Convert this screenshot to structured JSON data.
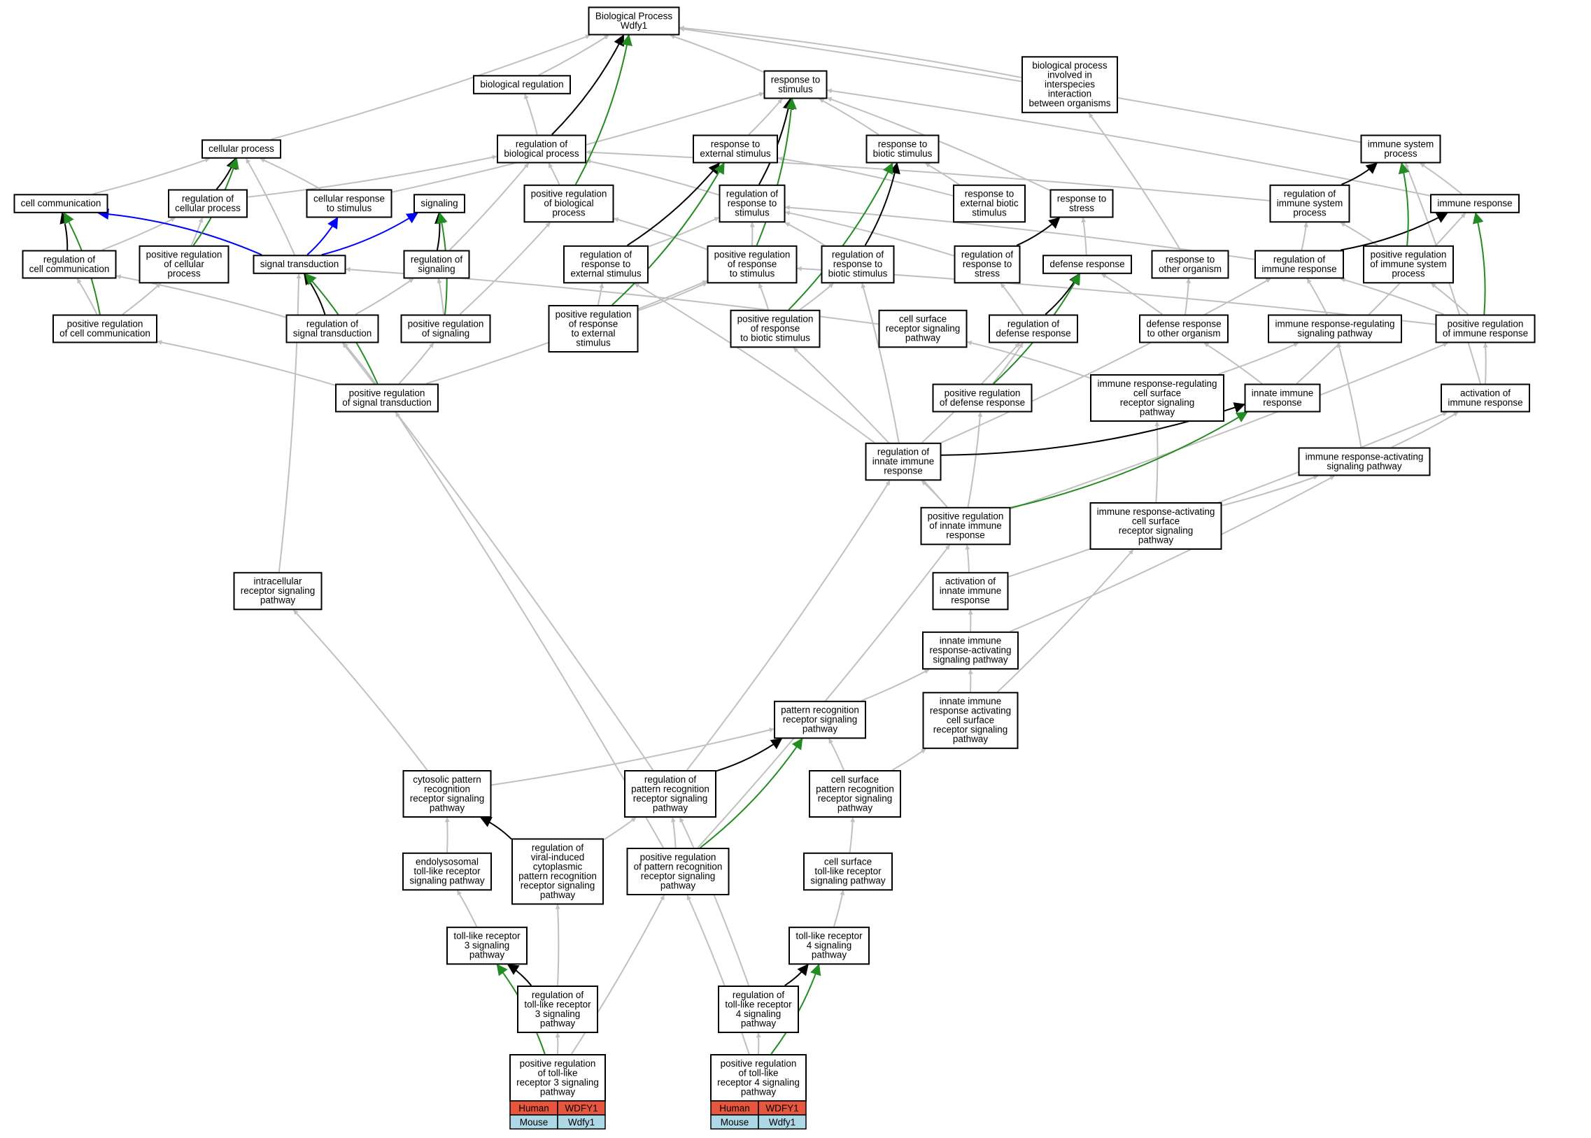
{
  "title": "Biological Process Wdfy1",
  "colors": {
    "is_a": "#c0c0c0",
    "regulates": "#000000",
    "positively_regulates": "#228b22",
    "part_of": "#0000ff",
    "human_fill": "#e8563f",
    "mouse_fill": "#add8e6"
  },
  "nodes": [
    {
      "id": "root",
      "lines": [
        "Biological Process",
        "Wdfy1"
      ]
    },
    {
      "id": "bioreg",
      "lines": [
        "biological regulation"
      ]
    },
    {
      "id": "resp_stim",
      "lines": [
        "response to",
        "stimulus"
      ]
    },
    {
      "id": "interspecies",
      "lines": [
        "biological process",
        "involved in",
        "interspecies",
        "interaction",
        "between organisms"
      ]
    },
    {
      "id": "cell_proc",
      "lines": [
        "cellular process"
      ]
    },
    {
      "id": "reg_bio",
      "lines": [
        "regulation of",
        "biological process"
      ]
    },
    {
      "id": "resp_ext",
      "lines": [
        "response to",
        "external stimulus"
      ]
    },
    {
      "id": "resp_biotic",
      "lines": [
        "response to",
        "biotic stimulus"
      ]
    },
    {
      "id": "immune_sys",
      "lines": [
        "immune system",
        "process"
      ]
    },
    {
      "id": "cell_comm",
      "lines": [
        "cell communication"
      ]
    },
    {
      "id": "reg_cell_proc",
      "lines": [
        "regulation of",
        "cellular process"
      ]
    },
    {
      "id": "cell_resp_stim",
      "lines": [
        "cellular response",
        "to stimulus"
      ]
    },
    {
      "id": "signaling",
      "lines": [
        "signaling"
      ]
    },
    {
      "id": "pos_reg_bio",
      "lines": [
        "positive regulation",
        "of biological",
        "process"
      ]
    },
    {
      "id": "reg_resp_stim",
      "lines": [
        "regulation of",
        "response to",
        "stimulus"
      ]
    },
    {
      "id": "resp_ext_biotic",
      "lines": [
        "response to",
        "external biotic",
        "stimulus"
      ]
    },
    {
      "id": "resp_stress",
      "lines": [
        "response to",
        "stress"
      ]
    },
    {
      "id": "reg_immune_sys",
      "lines": [
        "regulation of",
        "immune system",
        "process"
      ]
    },
    {
      "id": "immune_resp",
      "lines": [
        "immune response"
      ]
    },
    {
      "id": "reg_cell_comm",
      "lines": [
        "regulation of",
        "cell communication"
      ]
    },
    {
      "id": "pos_reg_cell_proc",
      "lines": [
        "positive regulation",
        "of cellular",
        "process"
      ]
    },
    {
      "id": "sig_trans",
      "lines": [
        "signal transduction"
      ]
    },
    {
      "id": "reg_signaling",
      "lines": [
        "regulation of",
        "signaling"
      ]
    },
    {
      "id": "reg_resp_ext",
      "lines": [
        "regulation of",
        "response to",
        "external stimulus"
      ]
    },
    {
      "id": "pos_reg_resp_stim",
      "lines": [
        "positive regulation",
        "of response",
        "to stimulus"
      ]
    },
    {
      "id": "reg_resp_biotic",
      "lines": [
        "regulation of",
        "response to",
        "biotic stimulus"
      ]
    },
    {
      "id": "reg_resp_stress",
      "lines": [
        "regulation of",
        "response to",
        "stress"
      ]
    },
    {
      "id": "defense",
      "lines": [
        "defense response"
      ]
    },
    {
      "id": "resp_other_org",
      "lines": [
        "response to",
        "other organism"
      ]
    },
    {
      "id": "reg_immune_resp",
      "lines": [
        "regulation of",
        "immune response"
      ]
    },
    {
      "id": "pos_reg_immune_sys",
      "lines": [
        "positive regulation",
        "of immune system",
        "process"
      ]
    },
    {
      "id": "pos_reg_cell_comm",
      "lines": [
        "positive regulation",
        "of cell communication"
      ]
    },
    {
      "id": "reg_sig_trans",
      "lines": [
        "regulation of",
        "signal transduction"
      ]
    },
    {
      "id": "pos_reg_signaling",
      "lines": [
        "positive regulation",
        "of signaling"
      ]
    },
    {
      "id": "pos_reg_resp_ext",
      "lines": [
        "positive regulation",
        "of response",
        "to external",
        "stimulus"
      ]
    },
    {
      "id": "pos_reg_resp_biotic",
      "lines": [
        "positive regulation",
        "of response",
        "to biotic stimulus"
      ]
    },
    {
      "id": "cs_rec_sig",
      "lines": [
        "cell surface",
        "receptor signaling",
        "pathway"
      ]
    },
    {
      "id": "reg_defense",
      "lines": [
        "regulation of",
        "defense response"
      ]
    },
    {
      "id": "def_other_org",
      "lines": [
        "defense response",
        "to other organism"
      ]
    },
    {
      "id": "ir_reg_sig",
      "lines": [
        "immune response-regulating",
        "signaling pathway"
      ]
    },
    {
      "id": "pos_reg_immune_resp",
      "lines": [
        "positive regulation",
        "of immune response"
      ]
    },
    {
      "id": "pos_reg_sig_trans",
      "lines": [
        "positive regulation",
        "of signal transduction"
      ]
    },
    {
      "id": "pos_reg_defense",
      "lines": [
        "positive regulation",
        "of defense response"
      ]
    },
    {
      "id": "ir_reg_cs",
      "lines": [
        "immune response-regulating",
        "cell surface",
        "receptor signaling",
        "pathway"
      ]
    },
    {
      "id": "innate",
      "lines": [
        "innate immune",
        "response"
      ]
    },
    {
      "id": "act_immune_resp",
      "lines": [
        "activation of",
        "immune response"
      ]
    },
    {
      "id": "reg_innate",
      "lines": [
        "regulation of",
        "innate immune",
        "response"
      ]
    },
    {
      "id": "ir_act_sig",
      "lines": [
        "immune response-activating",
        "signaling pathway"
      ]
    },
    {
      "id": "pos_reg_innate",
      "lines": [
        "positive regulation",
        "of innate immune",
        "response"
      ]
    },
    {
      "id": "ir_act_cs",
      "lines": [
        "immune response-activating",
        "cell surface",
        "receptor signaling",
        "pathway"
      ]
    },
    {
      "id": "intracell",
      "lines": [
        "intracellular",
        "receptor signaling",
        "pathway"
      ]
    },
    {
      "id": "act_innate",
      "lines": [
        "activation of",
        "innate immune",
        "response"
      ]
    },
    {
      "id": "innate_act_sig",
      "lines": [
        "innate immune",
        "response-activating",
        "signaling pathway"
      ]
    },
    {
      "id": "innate_act_cs",
      "lines": [
        "innate immune",
        "response activating",
        "cell surface",
        "receptor signaling",
        "pathway"
      ]
    },
    {
      "id": "prr",
      "lines": [
        "pattern recognition",
        "receptor signaling",
        "pathway"
      ]
    },
    {
      "id": "cyto_prr",
      "lines": [
        "cytosolic pattern",
        "recognition",
        "receptor signaling",
        "pathway"
      ]
    },
    {
      "id": "reg_prr",
      "lines": [
        "regulation of",
        "pattern recognition",
        "receptor signaling",
        "pathway"
      ]
    },
    {
      "id": "cs_prr",
      "lines": [
        "cell surface",
        "pattern recognition",
        "receptor signaling",
        "pathway"
      ]
    },
    {
      "id": "endo_tlr",
      "lines": [
        "endolysosomal",
        "toll-like receptor",
        "signaling pathway"
      ]
    },
    {
      "id": "reg_viral",
      "lines": [
        "regulation of",
        "viral-induced",
        "cytoplasmic",
        "pattern recognition",
        "receptor signaling",
        "pathway"
      ]
    },
    {
      "id": "pos_reg_prr",
      "lines": [
        "positive regulation",
        "of pattern recognition",
        "receptor signaling",
        "pathway"
      ]
    },
    {
      "id": "cs_tlr",
      "lines": [
        "cell surface",
        "toll-like receptor",
        "signaling pathway"
      ]
    },
    {
      "id": "tlr3",
      "lines": [
        "toll-like receptor",
        "3 signaling",
        "pathway"
      ]
    },
    {
      "id": "tlr4",
      "lines": [
        "toll-like receptor",
        "4 signaling",
        "pathway"
      ]
    },
    {
      "id": "reg_tlr3",
      "lines": [
        "regulation of",
        "toll-like receptor",
        "3 signaling",
        "pathway"
      ]
    },
    {
      "id": "reg_tlr4",
      "lines": [
        "regulation of",
        "toll-like receptor",
        "4 signaling",
        "pathway"
      ]
    },
    {
      "id": "pos_reg_tlr3",
      "lines": [
        "positive regulation",
        "of toll-like",
        "receptor 3 signaling",
        "pathway"
      ]
    },
    {
      "id": "pos_reg_tlr4",
      "lines": [
        "positive regulation",
        "of toll-like",
        "receptor 4 signaling",
        "pathway"
      ]
    }
  ],
  "edges": [
    [
      "bioreg",
      "root",
      "is_a"
    ],
    [
      "resp_stim",
      "root",
      "is_a"
    ],
    [
      "interspecies",
      "root",
      "is_a"
    ],
    [
      "cell_proc",
      "root",
      "is_a"
    ],
    [
      "reg_bio",
      "root",
      "regulates"
    ],
    [
      "pos_reg_bio",
      "root",
      "positively_regulates"
    ],
    [
      "immune_sys",
      "root",
      "is_a"
    ],
    [
      "reg_bio",
      "bioreg",
      "is_a"
    ],
    [
      "resp_ext",
      "resp_stim",
      "is_a"
    ],
    [
      "resp_biotic",
      "resp_stim",
      "is_a"
    ],
    [
      "reg_resp_stim",
      "resp_stim",
      "regulates"
    ],
    [
      "pos_reg_resp_stim",
      "resp_stim",
      "positively_regulates"
    ],
    [
      "cell_resp_stim",
      "resp_stim",
      "is_a"
    ],
    [
      "resp_stress",
      "resp_stim",
      "is_a"
    ],
    [
      "immune_resp",
      "resp_stim",
      "is_a"
    ],
    [
      "resp_other_org",
      "interspecies",
      "is_a"
    ],
    [
      "cell_comm",
      "cell_proc",
      "is_a"
    ],
    [
      "reg_cell_proc",
      "cell_proc",
      "regulates"
    ],
    [
      "pos_reg_cell_proc",
      "cell_proc",
      "positively_regulates"
    ],
    [
      "cell_resp_stim",
      "cell_proc",
      "is_a"
    ],
    [
      "sig_trans",
      "cell_proc",
      "is_a"
    ],
    [
      "reg_cell_proc",
      "reg_bio",
      "is_a"
    ],
    [
      "reg_resp_stim",
      "reg_bio",
      "is_a"
    ],
    [
      "pos_reg_bio",
      "reg_bio",
      "is_a"
    ],
    [
      "reg_signaling",
      "reg_bio",
      "is_a"
    ],
    [
      "reg_immune_sys",
      "reg_bio",
      "is_a"
    ],
    [
      "resp_ext_biotic",
      "resp_ext",
      "is_a"
    ],
    [
      "reg_resp_ext",
      "resp_ext",
      "regulates"
    ],
    [
      "pos_reg_resp_ext",
      "resp_ext",
      "positively_regulates"
    ],
    [
      "resp_ext_biotic",
      "resp_biotic",
      "is_a"
    ],
    [
      "reg_resp_biotic",
      "resp_biotic",
      "regulates"
    ],
    [
      "pos_reg_resp_biotic",
      "resp_biotic",
      "positively_regulates"
    ],
    [
      "reg_immune_sys",
      "immune_sys",
      "regulates"
    ],
    [
      "pos_reg_immune_sys",
      "immune_sys",
      "positively_regulates"
    ],
    [
      "immune_resp",
      "immune_sys",
      "is_a"
    ],
    [
      "act_immune_resp",
      "immune_sys",
      "is_a"
    ],
    [
      "reg_cell_comm",
      "cell_comm",
      "regulates"
    ],
    [
      "pos_reg_cell_comm",
      "cell_comm",
      "positively_regulates"
    ],
    [
      "sig_trans",
      "cell_comm",
      "part_of"
    ],
    [
      "sig_trans",
      "cell_resp_stim",
      "part_of"
    ],
    [
      "sig_trans",
      "signaling",
      "part_of"
    ],
    [
      "reg_signaling",
      "signaling",
      "regulates"
    ],
    [
      "pos_reg_signaling",
      "signaling",
      "positively_regulates"
    ],
    [
      "reg_cell_comm",
      "reg_cell_proc",
      "is_a"
    ],
    [
      "pos_reg_cell_proc",
      "reg_cell_proc",
      "is_a"
    ],
    [
      "pos_reg_cell_comm",
      "pos_reg_cell_proc",
      "is_a"
    ],
    [
      "pos_reg_resp_stim",
      "pos_reg_bio",
      "is_a"
    ],
    [
      "pos_reg_signaling",
      "pos_reg_bio",
      "is_a"
    ],
    [
      "reg_resp_ext",
      "reg_resp_stim",
      "is_a"
    ],
    [
      "pos_reg_resp_stim",
      "reg_resp_stim",
      "is_a"
    ],
    [
      "reg_resp_biotic",
      "reg_resp_stim",
      "is_a"
    ],
    [
      "reg_resp_stress",
      "reg_resp_stim",
      "is_a"
    ],
    [
      "reg_immune_resp",
      "reg_resp_stim",
      "is_a"
    ],
    [
      "defense",
      "resp_stress",
      "is_a"
    ],
    [
      "reg_resp_stress",
      "resp_stress",
      "regulates"
    ],
    [
      "reg_immune_resp",
      "reg_immune_sys",
      "is_a"
    ],
    [
      "pos_reg_immune_sys",
      "reg_immune_sys",
      "is_a"
    ],
    [
      "reg_immune_resp",
      "immune_resp",
      "regulates"
    ],
    [
      "pos_reg_immune_resp",
      "immune_resp",
      "positively_regulates"
    ],
    [
      "reg_sig_trans",
      "reg_cell_comm",
      "is_a"
    ],
    [
      "pos_reg_cell_comm",
      "reg_cell_comm",
      "is_a"
    ],
    [
      "reg_sig_trans",
      "sig_trans",
      "regulates"
    ],
    [
      "pos_reg_sig_trans",
      "sig_trans",
      "positively_regulates"
    ],
    [
      "intracell",
      "sig_trans",
      "is_a"
    ],
    [
      "cs_rec_sig",
      "sig_trans",
      "is_a"
    ],
    [
      "reg_sig_trans",
      "reg_signaling",
      "is_a"
    ],
    [
      "pos_reg_signaling",
      "reg_signaling",
      "is_a"
    ],
    [
      "pos_reg_resp_ext",
      "reg_resp_ext",
      "is_a"
    ],
    [
      "reg_innate",
      "reg_resp_ext",
      "is_a"
    ],
    [
      "pos_reg_resp_ext",
      "pos_reg_resp_stim",
      "is_a"
    ],
    [
      "pos_reg_resp_biotic",
      "pos_reg_resp_stim",
      "is_a"
    ],
    [
      "pos_reg_sig_trans",
      "pos_reg_resp_stim",
      "is_a"
    ],
    [
      "pos_reg_immune_resp",
      "pos_reg_resp_stim",
      "is_a"
    ],
    [
      "pos_reg_resp_biotic",
      "reg_resp_biotic",
      "is_a"
    ],
    [
      "reg_innate",
      "reg_resp_biotic",
      "is_a"
    ],
    [
      "reg_defense",
      "reg_resp_stress",
      "is_a"
    ],
    [
      "def_other_org",
      "defense",
      "is_a"
    ],
    [
      "reg_defense",
      "defense",
      "regulates"
    ],
    [
      "pos_reg_defense",
      "defense",
      "positively_regulates"
    ],
    [
      "def_other_org",
      "resp_other_org",
      "is_a"
    ],
    [
      "ir_reg_sig",
      "reg_immune_resp",
      "is_a"
    ],
    [
      "pos_reg_immune_resp",
      "reg_immune_resp",
      "is_a"
    ],
    [
      "pos_reg_immune_resp",
      "pos_reg_immune_sys",
      "is_a"
    ],
    [
      "pos_reg_sig_trans",
      "pos_reg_cell_comm",
      "is_a"
    ],
    [
      "pos_reg_sig_trans",
      "reg_sig_trans",
      "is_a"
    ],
    [
      "pos_reg_sig_trans",
      "pos_reg_signaling",
      "is_a"
    ],
    [
      "ir_reg_cs",
      "cs_rec_sig",
      "is_a"
    ],
    [
      "pos_reg_defense",
      "reg_defense",
      "is_a"
    ],
    [
      "reg_innate",
      "reg_defense",
      "is_a"
    ],
    [
      "innate",
      "def_other_org",
      "is_a"
    ],
    [
      "ir_reg_cs",
      "ir_reg_sig",
      "is_a"
    ],
    [
      "ir_act_sig",
      "ir_reg_sig",
      "is_a"
    ],
    [
      "act_immune_resp",
      "pos_reg_immune_resp",
      "is_a"
    ],
    [
      "pos_reg_innate",
      "pos_reg_defense",
      "is_a"
    ],
    [
      "ir_act_cs",
      "ir_reg_cs",
      "is_a"
    ],
    [
      "innate",
      "immune_resp",
      "is_a"
    ],
    [
      "reg_innate",
      "innate",
      "regulates"
    ],
    [
      "pos_reg_innate",
      "innate",
      "positively_regulates"
    ],
    [
      "ir_act_sig",
      "act_immune_resp",
      "is_a"
    ],
    [
      "reg_innate",
      "reg_immune_resp",
      "is_a"
    ],
    [
      "pos_reg_innate",
      "reg_innate",
      "is_a"
    ],
    [
      "ir_act_cs",
      "ir_act_sig",
      "is_a"
    ],
    [
      "pos_reg_innate",
      "pos_reg_resp_biotic",
      "is_a"
    ],
    [
      "pos_reg_innate",
      "pos_reg_immune_resp",
      "is_a"
    ],
    [
      "act_innate",
      "pos_reg_innate",
      "is_a"
    ],
    [
      "act_innate",
      "act_immune_resp",
      "is_a"
    ],
    [
      "innate_act_sig",
      "act_innate",
      "is_a"
    ],
    [
      "innate_act_sig",
      "ir_act_sig",
      "is_a"
    ],
    [
      "innate_act_cs",
      "innate_act_sig",
      "is_a"
    ],
    [
      "innate_act_cs",
      "ir_act_cs",
      "is_a"
    ],
    [
      "prr",
      "innate_act_sig",
      "is_a"
    ],
    [
      "cyto_prr",
      "prr",
      "is_a"
    ],
    [
      "reg_prr",
      "prr",
      "regulates"
    ],
    [
      "pos_reg_prr",
      "prr",
      "positively_regulates"
    ],
    [
      "cs_prr",
      "prr",
      "is_a"
    ],
    [
      "cs_prr",
      "innate_act_cs",
      "is_a"
    ],
    [
      "cyto_prr",
      "intracell",
      "is_a"
    ],
    [
      "reg_viral",
      "cyto_prr",
      "regulates"
    ],
    [
      "endo_tlr",
      "cyto_prr",
      "is_a"
    ],
    [
      "reg_viral",
      "reg_prr",
      "is_a"
    ],
    [
      "pos_reg_prr",
      "reg_prr",
      "is_a"
    ],
    [
      "reg_prr",
      "reg_sig_trans",
      "is_a"
    ],
    [
      "reg_prr",
      "reg_innate",
      "is_a"
    ],
    [
      "pos_reg_prr",
      "pos_reg_sig_trans",
      "is_a"
    ],
    [
      "pos_reg_prr",
      "pos_reg_innate",
      "is_a"
    ],
    [
      "cs_tlr",
      "cs_prr",
      "is_a"
    ],
    [
      "tlr3",
      "endo_tlr",
      "is_a"
    ],
    [
      "tlr4",
      "cs_tlr",
      "is_a"
    ],
    [
      "reg_tlr3",
      "tlr3",
      "regulates"
    ],
    [
      "reg_tlr4",
      "tlr4",
      "regulates"
    ],
    [
      "reg_tlr3",
      "reg_viral",
      "is_a"
    ],
    [
      "reg_tlr4",
      "reg_prr",
      "is_a"
    ],
    [
      "pos_reg_tlr3",
      "tlr3",
      "positively_regulates"
    ],
    [
      "pos_reg_tlr3",
      "reg_tlr3",
      "is_a"
    ],
    [
      "pos_reg_tlr3",
      "pos_reg_prr",
      "is_a"
    ],
    [
      "pos_reg_tlr4",
      "tlr4",
      "positively_regulates"
    ],
    [
      "pos_reg_tlr4",
      "reg_tlr4",
      "is_a"
    ],
    [
      "pos_reg_tlr4",
      "pos_reg_prr",
      "is_a"
    ]
  ],
  "gene_tables": [
    {
      "under": "pos_reg_tlr3",
      "rows": [
        {
          "species": "Human",
          "gene": "WDFY1"
        },
        {
          "species": "Mouse",
          "gene": "Wdfy1"
        }
      ]
    },
    {
      "under": "pos_reg_tlr4",
      "rows": [
        {
          "species": "Human",
          "gene": "WDFY1"
        },
        {
          "species": "Mouse",
          "gene": "Wdfy1"
        }
      ]
    }
  ]
}
